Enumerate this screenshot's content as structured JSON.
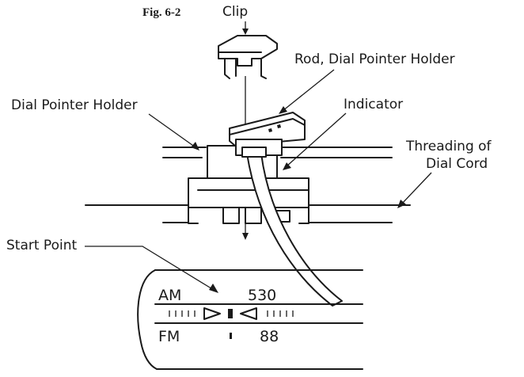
{
  "figure": {
    "number": "Fig. 6-2"
  },
  "labels": {
    "clip": "Clip",
    "rod_dial_pointer_holder": "Rod, Dial Pointer Holder",
    "dial_pointer_holder": "Dial Pointer Holder",
    "indicator": "Indicator",
    "threading_of_dial_cord": [
      "Threading of",
      "Dial Cord"
    ],
    "start_point": "Start Point"
  },
  "dial_scale": {
    "am_band": "AM",
    "am_value": "530",
    "fm_band": "FM",
    "fm_value": "88"
  }
}
